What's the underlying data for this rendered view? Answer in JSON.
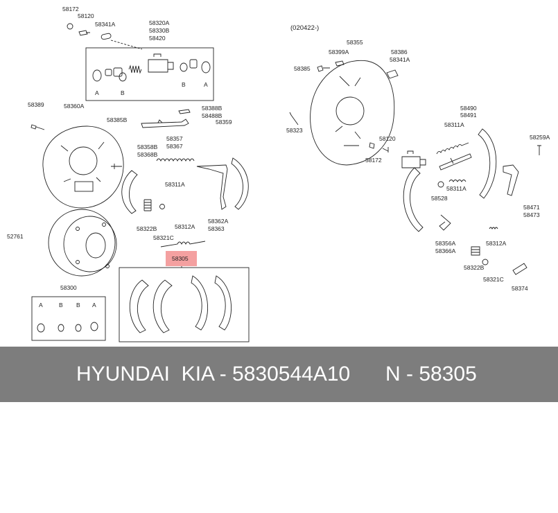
{
  "date_note": "(020422-)",
  "highlight_label": "58305",
  "labels": {
    "l58172a": "58172",
    "l58120a": "58120",
    "l58341a": "58341A",
    "l58320a": "58320A",
    "l58330b": "58330B",
    "l58420": "58420",
    "kitA1": "A",
    "kitB1": "B",
    "kitB2": "B",
    "kitA2": "A",
    "l58389": "58389",
    "l58360a": "58360A",
    "l58385b": "58385B",
    "l58388b": "58388B",
    "l58488b": "58488B",
    "l58359": "58359",
    "l58357": "58357",
    "l58367": "58367",
    "l58358b": "58358B",
    "l58368b": "58368B",
    "l58311a_mid": "58311A",
    "l58362a": "58362A",
    "l58363": "58363",
    "l58322b_mid": "58322B",
    "l58321c_mid": "58321C",
    "l58312a_mid": "58312A",
    "l52761": "52761",
    "l58300": "58300",
    "boxA1": "A",
    "boxB1": "B",
    "boxB2": "B",
    "boxA2": "A",
    "l58355": "58355",
    "l58399a": "58399A",
    "l58386": "58386",
    "l58341a_r": "58341A",
    "l58385": "58385",
    "l58323": "58323",
    "l58120b": "58120",
    "l58172b": "58172",
    "l58490": "58490",
    "l58491": "58491",
    "l58311a_r1": "58311A",
    "l58259a": "58259A",
    "l58528": "58528",
    "l58311a_r2": "58311A",
    "l58471": "58471",
    "l58473": "58473",
    "l58356a": "58356A",
    "l58366a": "58366A",
    "l58312a_r": "58312A",
    "l58322b_r": "58322B",
    "l58321c_r": "58321C",
    "l58374": "58374"
  },
  "footer": {
    "brand": "HYUNDAI  KIA - 5830544A10",
    "part": "N - 58305"
  },
  "colors": {
    "highlight": "#f4a0a0",
    "footer_bg": "#7d7d7d",
    "line": "#222222"
  }
}
